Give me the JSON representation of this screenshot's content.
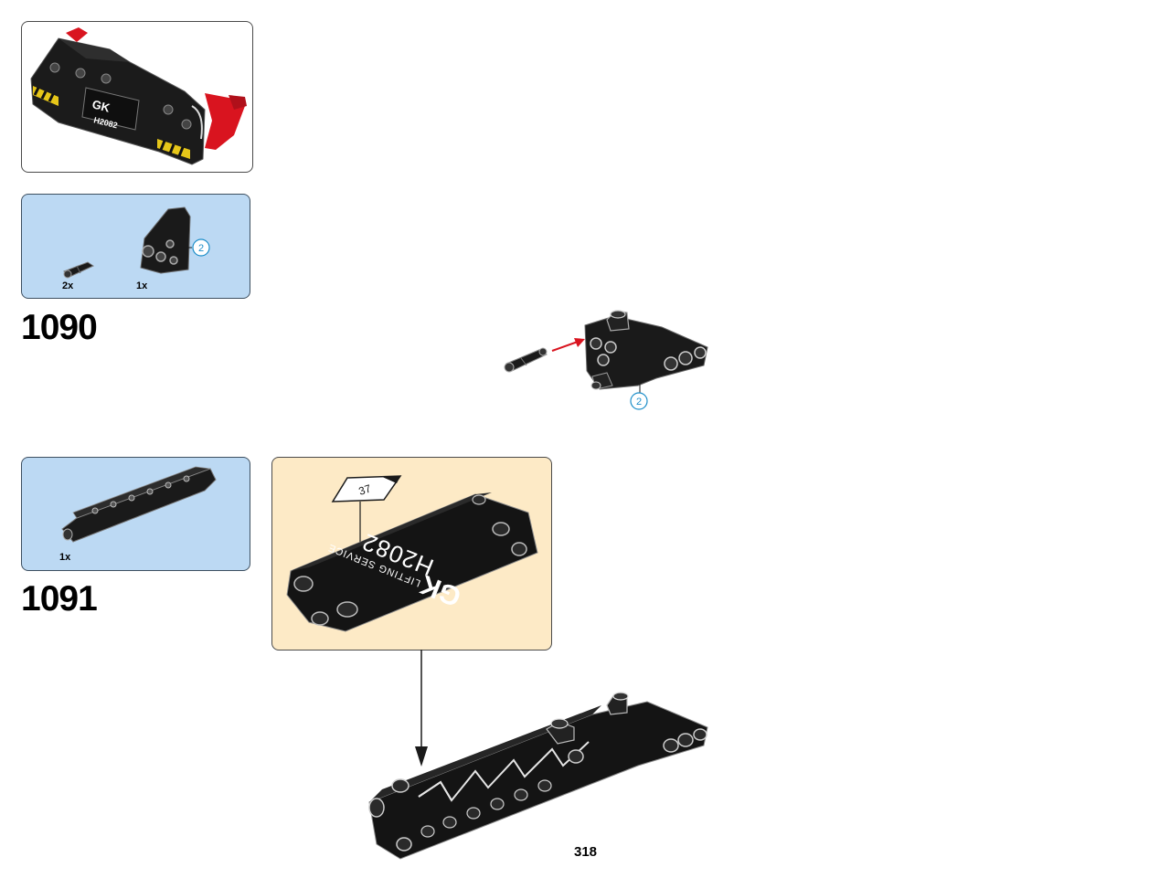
{
  "page": {
    "number": "318",
    "background_color": "#ffffff"
  },
  "colors": {
    "parts_panel_blue": "#bcd9f3",
    "sticker_panel_cream": "#fdeac6",
    "part_black": "#1a1a1a",
    "part_red": "#d9141f",
    "callout_blue": "#1c8ec9",
    "hazard_yellow": "#e6c619"
  },
  "overview": {
    "icon": "vehicle-section-assembly-icon",
    "sticker_text": {
      "logo": "GK",
      "number": "H2082"
    }
  },
  "steps": [
    {
      "number": "1090",
      "parts": [
        {
          "icon": "pin-with-axle-icon",
          "quantity": "2x"
        },
        {
          "icon": "angled-beam-connector-icon",
          "quantity": "1x"
        }
      ],
      "callout": "2"
    },
    {
      "number": "1091",
      "parts": [
        {
          "icon": "panel-beam-icon",
          "quantity": "1x"
        }
      ],
      "sticker": {
        "number": "37",
        "logo": "GK",
        "line1": "LIFTING SERVICE",
        "line2": "H2082"
      }
    }
  ]
}
